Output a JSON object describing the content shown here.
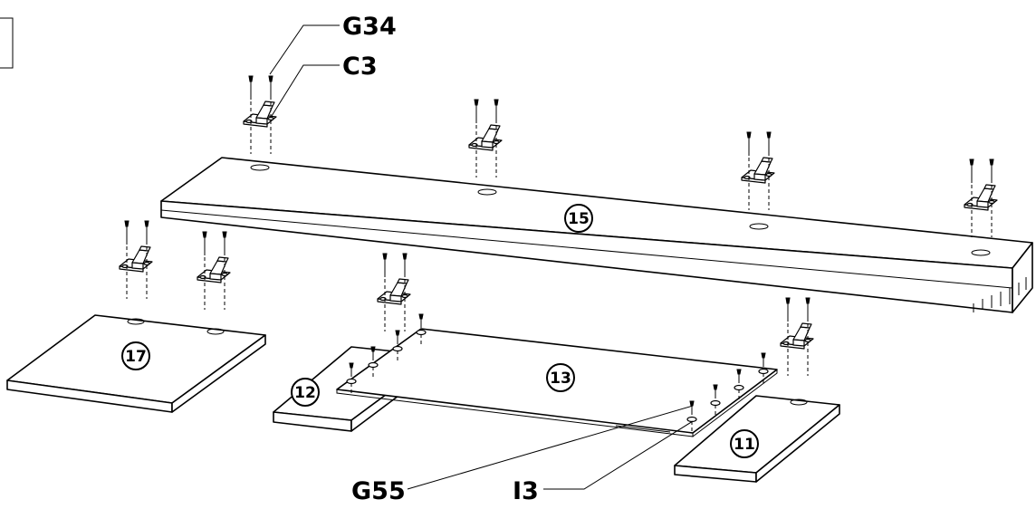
{
  "parts": {
    "p15": "15",
    "p17": "17",
    "p12": "12",
    "p13": "13",
    "p11": "11"
  },
  "callouts": {
    "g34": "G34",
    "c3": "C3",
    "g55": "G55",
    "i3": "I3"
  },
  "colors": {
    "line": "#000000",
    "background": "#ffffff"
  }
}
